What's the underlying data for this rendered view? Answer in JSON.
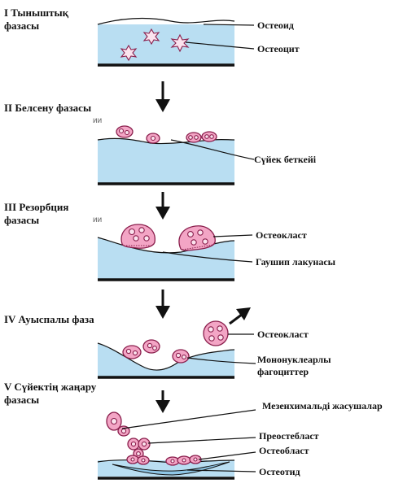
{
  "phases": [
    {
      "title_lines": [
        "I Тыныштық",
        "фазасы"
      ],
      "labels": [
        "Остеоид",
        "Остеоцит"
      ]
    },
    {
      "title_lines": [
        "II Белсену фазасы"
      ],
      "ghost": "ии",
      "labels": [
        "Сүйек беткейі"
      ]
    },
    {
      "title_lines": [
        "III Резорбция",
        "фазасы"
      ],
      "ghost": "ии",
      "labels": [
        "Остеокласт",
        "Гаушип лакунасы"
      ]
    },
    {
      "title_lines": [
        "IV Ауыспалы фаза"
      ],
      "labels": [
        "Остеокласт",
        "Мононуклеарлы",
        "фагоциттер"
      ]
    },
    {
      "title_lines": [
        "V Сүйектің жаңару",
        "фазасы"
      ],
      "labels": [
        "Мезенхимальді жасушалар",
        "Преостебласт",
        "Остеобласт",
        "Остеотид"
      ]
    }
  ],
  "colors": {
    "bone": "#b9def2",
    "cell_fill": "#f3a5c5",
    "cell_stroke": "#8a1e4c"
  }
}
